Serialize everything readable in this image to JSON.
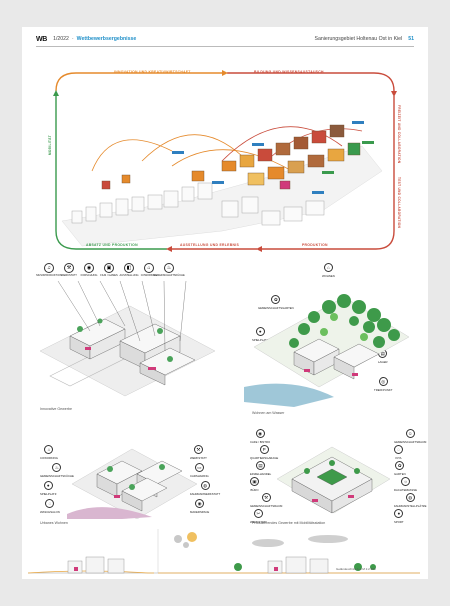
{
  "header": {
    "logo": "WB",
    "issue": "1/2022",
    "separator": "·",
    "section": "Wettbewerbsergebnisse",
    "running_title": "Sanierungsgebiet Holtenau Ost in Kiel",
    "page_number": "51"
  },
  "diagram": {
    "top_left_label": "INNOVATION UND KREATIVWIRTSCHAFT",
    "top_right_label": "BILDUNG UND WISSENSAUSTAUSCH",
    "left_label": "MOBILITÄT",
    "right_top_label": "FREIZEIT UND COLLABORATION",
    "right_bottom_label": "TEST UND COLLABORATION",
    "bottom_left_label": "ABSATZ UND PRODUKTION",
    "bottom_mid_label": "AUSSTELLUNG UND ERLEBNIS",
    "bottom_right_label": "PRODUKTION"
  },
  "icons_top_left": [
    {
      "icon": "music-icon",
      "glyph": "♫",
      "label": "MUSIKPRODUKTION"
    },
    {
      "icon": "workshop-icon",
      "glyph": "⚒",
      "label": "WERKSTATT"
    },
    {
      "icon": "research-icon",
      "glyph": "◉",
      "label": "FORSCHUNG"
    },
    {
      "icon": "film-icon",
      "glyph": "▣",
      "label": "FILM / GAMES"
    },
    {
      "icon": "exhibition-icon",
      "glyph": "◧",
      "label": "AUSSTELLUNG"
    },
    {
      "icon": "coworking-icon",
      "glyph": "⌂",
      "label": "COWORKING"
    },
    {
      "icon": "kitchen-icon",
      "glyph": "♨",
      "label": "GEMEINSCHAFTSKÜCHE"
    }
  ],
  "icons_top_right": [
    {
      "icon": "house-icon",
      "glyph": "⌂",
      "label": "WOHNEN"
    },
    {
      "icon": "garden-icon",
      "glyph": "✿",
      "label": "GEMEINSCHAFTSGARTEN"
    },
    {
      "icon": "play-icon",
      "glyph": "●",
      "label": "SPIELPLATZ"
    },
    {
      "icon": "storage-icon",
      "glyph": "▤",
      "label": "LAGER"
    },
    {
      "icon": "meeting-icon",
      "glyph": "◎",
      "label": "TREFFPUNKT"
    }
  ],
  "icons_mid_left_left": [
    {
      "icon": "hut-icon",
      "glyph": "⌂",
      "label": "COWORKING"
    },
    {
      "icon": "kitchen2-icon",
      "glyph": "♨",
      "label": "GEMEINSCHAFTSKÜCHE"
    },
    {
      "icon": "ball-icon",
      "glyph": "●",
      "label": "SPIELPLATZ"
    },
    {
      "icon": "laundry-icon",
      "glyph": "◌",
      "label": "WASCHSALON"
    }
  ],
  "icons_mid_left_right": [
    {
      "icon": "tools-icon",
      "glyph": "⚒",
      "label": "WERKSTATT"
    },
    {
      "icon": "car-icon",
      "glyph": "▭",
      "label": "CARSHARING"
    },
    {
      "icon": "bike-icon",
      "glyph": "◍",
      "label": "FAHRRADWERKSTATT"
    },
    {
      "icon": "lab-icon",
      "glyph": "◉",
      "label": "MAKERSPACE"
    }
  ],
  "icons_mid_right_left": [
    {
      "icon": "radio-icon",
      "glyph": "◉",
      "label": "CAFE / BISTRO"
    },
    {
      "icon": "parking-icon",
      "glyph": "P",
      "label": "QUARTIERSGARAGE"
    },
    {
      "icon": "shop-icon",
      "glyph": "▤",
      "label": "EINZELHANDEL"
    },
    {
      "icon": "office-icon",
      "glyph": "▣",
      "label": "BÜRO"
    },
    {
      "icon": "workshop2-icon",
      "glyph": "⚒",
      "label": "GEMEINSCHAFTSRAUM"
    },
    {
      "icon": "tools2-icon",
      "glyph": "✂",
      "label": "WERKSTATT"
    }
  ],
  "icons_mid_right_right": [
    {
      "icon": "people-icon",
      "glyph": "☺",
      "label": "GEMEINSCHAFTSRAUM"
    },
    {
      "icon": "kids-icon",
      "glyph": "◌",
      "label": "KITA"
    },
    {
      "icon": "garden2-icon",
      "glyph": "✿",
      "label": "GARTEN"
    },
    {
      "icon": "sun-icon",
      "glyph": "☼",
      "label": "DACHTERRASSE"
    },
    {
      "icon": "bike2-icon",
      "glyph": "◍",
      "label": "FAHRRADSTELLPLÄTZE"
    },
    {
      "icon": "sport-icon",
      "glyph": "●",
      "label": "SPORT"
    }
  ],
  "captions": {
    "axo1": "Innovative Gewerbe",
    "axo2": "Wohnen am Wasser",
    "axo3": "Urbanes Wohnen",
    "axo4": "Produzierendes Gewerbe mit Mobilitätsstation",
    "section": "Geländeschnitt A-A M 1:2.500"
  },
  "colors": {
    "accent": "#1f8fc8",
    "orange": "#e58a2c",
    "red": "#c94b3b",
    "green": "#3a9a4d",
    "purple": "#8e5aa3",
    "blue": "#2f7fbf"
  }
}
